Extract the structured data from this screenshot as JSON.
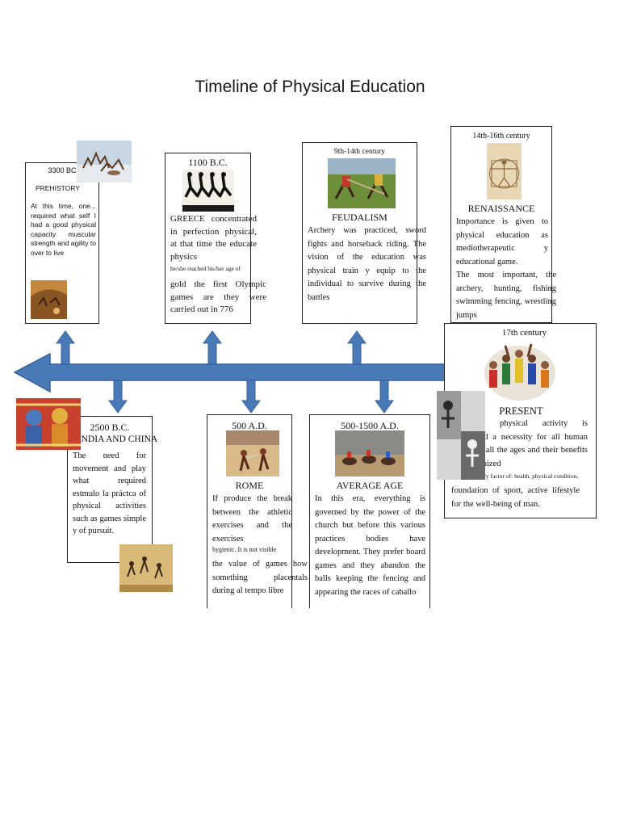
{
  "title": "Timeline of Physical Education",
  "colors": {
    "arrow_fill": "#4a79b8",
    "arrow_stroke": "#37609a",
    "border": "#222222"
  },
  "events": {
    "prehistory": {
      "era": "3300 BC",
      "place": "PREHISTORY",
      "text": "At this time, one... required what self I had a good physical capacity muscular strength and agility to over to live",
      "icons": [
        "hunting-scene-icon",
        "cave-painting-icon"
      ]
    },
    "greece": {
      "era": "1100 B.C.",
      "text_a": "GREECE concentrated in perfection physical, at that time the educate physics",
      "text_small": "he/she reached his/her age of",
      "text_b": "gold the first Olympic games are they were carried out in 776",
      "icons": [
        "greek-runners-icon"
      ]
    },
    "feudalism": {
      "era": "9th-14th century",
      "place": "FEUDALISM",
      "text": "Archery was practiced, sword fights and horseback riding. The vision of the education was physical train y equip to the individual to survive during the battles",
      "icons": [
        "medieval-jousting-icon"
      ]
    },
    "renaissance": {
      "era": "14th-16th century",
      "place": "RENAISSANCE",
      "text_a": "Importance is given to physical education as mediotherapeutic y educational game.",
      "text_b": "The most important, the archery, hunting, fishing swimming fencing, wrestling jumps",
      "icons": [
        "vitruvian-man-icon"
      ]
    },
    "india_china": {
      "era": "2500 B.C.",
      "place": "INDIA AND CHINA",
      "text": "The need for movement and play what required estmulo la práctca of physical activities such as games simple y of pursuit.",
      "icons": [
        "hindu-deities-icon",
        "chinese-painting-icon"
      ]
    },
    "rome": {
      "era": "500 A.D.",
      "place": "ROME",
      "text_a": "If produce the break between the athletic exercises and the exercises",
      "text_small": "hygienic. It is not visible",
      "text_b": "the value of games how something placentals during al tempo libre",
      "icons": [
        "gladiators-icon"
      ]
    },
    "average_age": {
      "era": "500-1500 A.D.",
      "place": "AVERAGE AGE",
      "text": "In this era, everything is governed by the power of the church but before this various practices bodies have development. They prefer board games and they abandon the balls keeping the fencing and appearing the races of caballo",
      "icons": [
        "horse-race-icon"
      ]
    },
    "present": {
      "era": "17th century",
      "place": "PRESENT",
      "text_a": "Currently, physical activity is considered a necessity for all human beings of all the ages and their benefits are recognized",
      "text_small": "complementary factor of: health, physical condition,",
      "text_b": "foundation of sport, active lifestyle for the well-being of man.",
      "icons": [
        "athletes-collage-icon",
        "gym-photo-icon"
      ]
    }
  }
}
